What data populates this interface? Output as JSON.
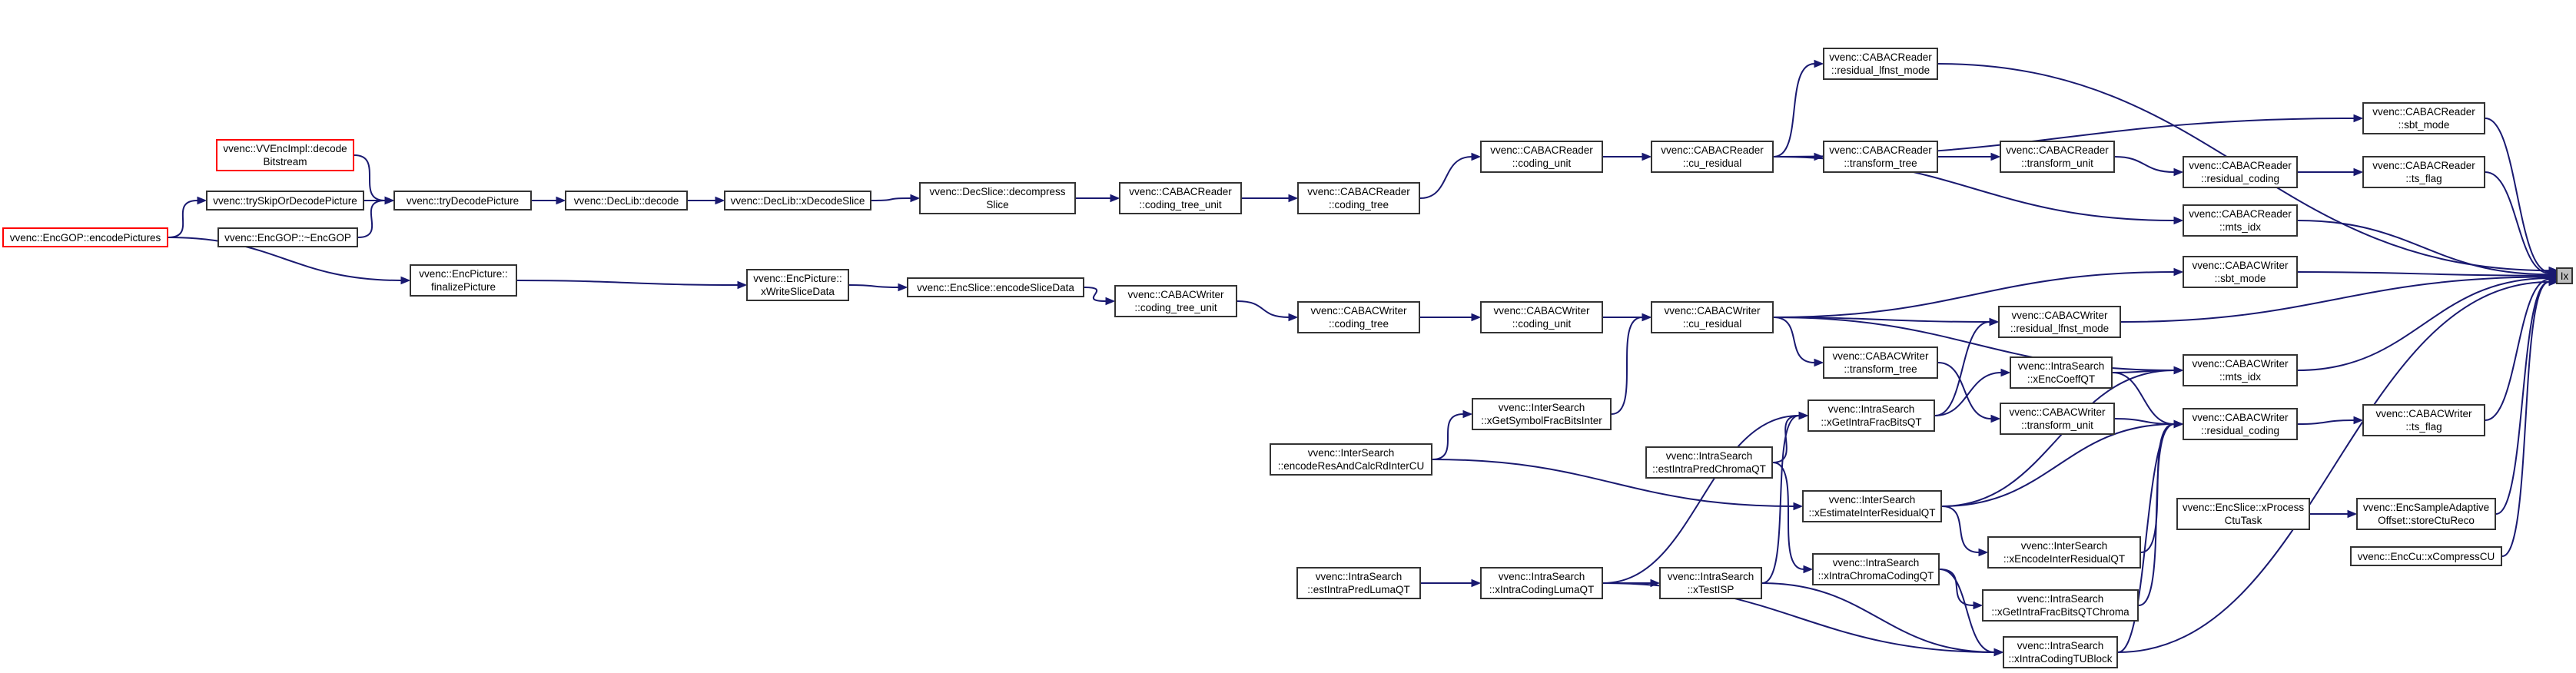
{
  "colors": {
    "edge": "#191970",
    "node_border": "#333333",
    "highlight_border": "#ff0000",
    "root_fill": "#bfbfbf"
  },
  "nodes": {
    "encode_pictures": "vvenc::EncGOP::encodePictures",
    "decode_bitstream": "vvenc::VVEncImpl::decode\nBitstream",
    "try_skip": "vvenc::trySkipOrDecodePicture",
    "enc_gop_dtor": "vvenc::EncGOP::~EncGOP",
    "try_decode": "vvenc::tryDecodePicture",
    "declib_decode": "vvenc::DecLib::decode",
    "declib_xdecodeslice": "vvenc::DecLib::xDecodeSlice",
    "decslice_decompress": "vvenc::DecSlice::decompress\nSlice",
    "reader_ctu": "vvenc::CABACReader\n::coding_tree_unit",
    "reader_coding_tree": "vvenc::CABACReader\n::coding_tree",
    "reader_coding_unit": "vvenc::CABACReader\n::coding_unit",
    "reader_cu_residual": "vvenc::CABACReader\n::cu_residual",
    "reader_lfnst": "vvenc::CABACReader\n::residual_lfnst_mode",
    "reader_transform_tree": "vvenc::CABACReader\n::transform_tree",
    "reader_transform_unit": "vvenc::CABACReader\n::transform_unit",
    "reader_residual_coding": "vvenc::CABACReader\n::residual_coding",
    "reader_sbt": "vvenc::CABACReader\n::sbt_mode",
    "reader_ts_flag": "vvenc::CABACReader\n::ts_flag",
    "reader_mts": "vvenc::CABACReader\n::mts_idx",
    "finalize_picture": "vvenc::EncPicture::\nfinalizePicture",
    "xwrite_slice": "vvenc::EncPicture::\nxWriteSliceData",
    "encode_slice_data": "vvenc::EncSlice::encodeSliceData",
    "writer_ctu": "vvenc::CABACWriter\n::coding_tree_unit",
    "writer_coding_tree": "vvenc::CABACWriter\n::coding_tree",
    "writer_coding_unit": "vvenc::CABACWriter\n::coding_unit",
    "writer_cu_residual": "vvenc::CABACWriter\n::cu_residual",
    "writer_sbt": "vvenc::CABACWriter\n::sbt_mode",
    "writer_lfnst": "vvenc::CABACWriter\n::residual_lfnst_mode",
    "writer_transform_tree": "vvenc::CABACWriter\n::transform_tree",
    "xenc_coeff_qt": "vvenc::IntraSearch\n::xEncCoeffQT",
    "writer_mts": "vvenc::CABACWriter\n::mts_idx",
    "writer_transform_unit": "vvenc::CABACWriter\n::transform_unit",
    "writer_residual_coding": "vvenc::CABACWriter\n::residual_coding",
    "writer_ts_flag": "vvenc::CABACWriter\n::ts_flag",
    "get_symbol_frac_bits": "vvenc::InterSearch\n::xGetSymbolFracBitsInter",
    "xget_intra_frac_bits": "vvenc::IntraSearch\n::xGetIntraFracBitsQT",
    "encode_res_calc_rd": "vvenc::InterSearch\n::encodeResAndCalcRdInterCU",
    "est_intra_pred_chroma": "vvenc::IntraSearch\n::estIntraPredChromaQT",
    "xestimate_inter_residual": "vvenc::InterSearch\n::xEstimateInterResidualQT",
    "xencode_inter_residual": "vvenc::InterSearch\n::xEncodeInterResidualQT",
    "est_intra_pred_luma": "vvenc::IntraSearch\n::estIntraPredLumaQT",
    "xintra_coding_luma": "vvenc::IntraSearch\n::xIntraCodingLumaQT",
    "xtest_isp": "vvenc::IntraSearch\n::xTestISP",
    "xintra_chroma_coding": "vvenc::IntraSearch\n::xIntraChromaCodingQT",
    "xget_intra_frac_chroma": "vvenc::IntraSearch\n::xGetIntraFracBitsQTChroma",
    "xintra_coding_tu": "vvenc::IntraSearch\n::xIntraCodingTUBlock",
    "xprocess_ctu": "vvenc::EncSlice::xProcess\nCtuTask",
    "store_ctu_reco": "vvenc::EncSampleAdaptive\nOffset::storeCtuReco",
    "xcompress_cu": "vvenc::EncCu::xCompressCU",
    "ix": "Ix"
  }
}
